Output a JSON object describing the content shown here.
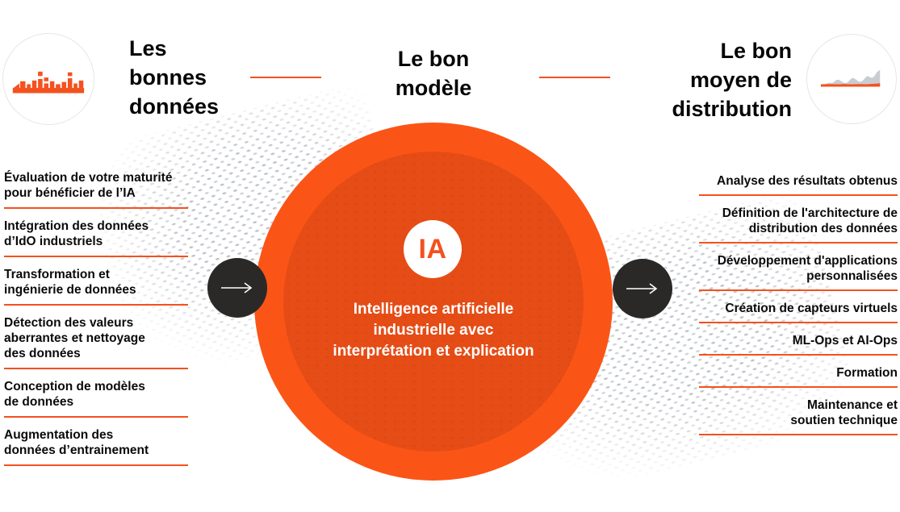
{
  "palette": {
    "accent": "#F4511E",
    "circle_outer": "#FA5517",
    "circle_inner": "#E64C15",
    "dark_circle": "#2A2927",
    "icon_gray": "#C9CDD2",
    "text_black": "#050505",
    "white": "#FFFFFF"
  },
  "header": {
    "left": {
      "title": "Les\nbonnes\ndonnées",
      "icon": "bar-chart-icon"
    },
    "center": {
      "title": "Le bon\nmodèle"
    },
    "right": {
      "title": "Le bon\nmoyen de\ndistribution",
      "icon": "area-chart-icon"
    }
  },
  "center": {
    "badge": "IA",
    "description": "Intelligence artificielle\nindustrielle avec\ninterprétation et explication"
  },
  "left_column": {
    "items": [
      "Évaluation de votre maturité\npour bénéficier de l’IA",
      "Intégration des données\nd’IdO industriels",
      "Transformation et\ningénierie de données",
      "Détection des valeurs\naberrantes et nettoyage\ndes données",
      "Conception de modèles\nde données",
      "Augmentation des\ndonnées d’entrainement"
    ]
  },
  "right_column": {
    "items": [
      "Analyse des résultats obtenus",
      "Définition de l'architecture de\ndistribution des données",
      "Développement d'applications\npersonnalisées",
      "Création de capteurs virtuels",
      "ML-Ops et AI-Ops",
      "Formation",
      "Maintenance et\nsoutien technique"
    ]
  }
}
